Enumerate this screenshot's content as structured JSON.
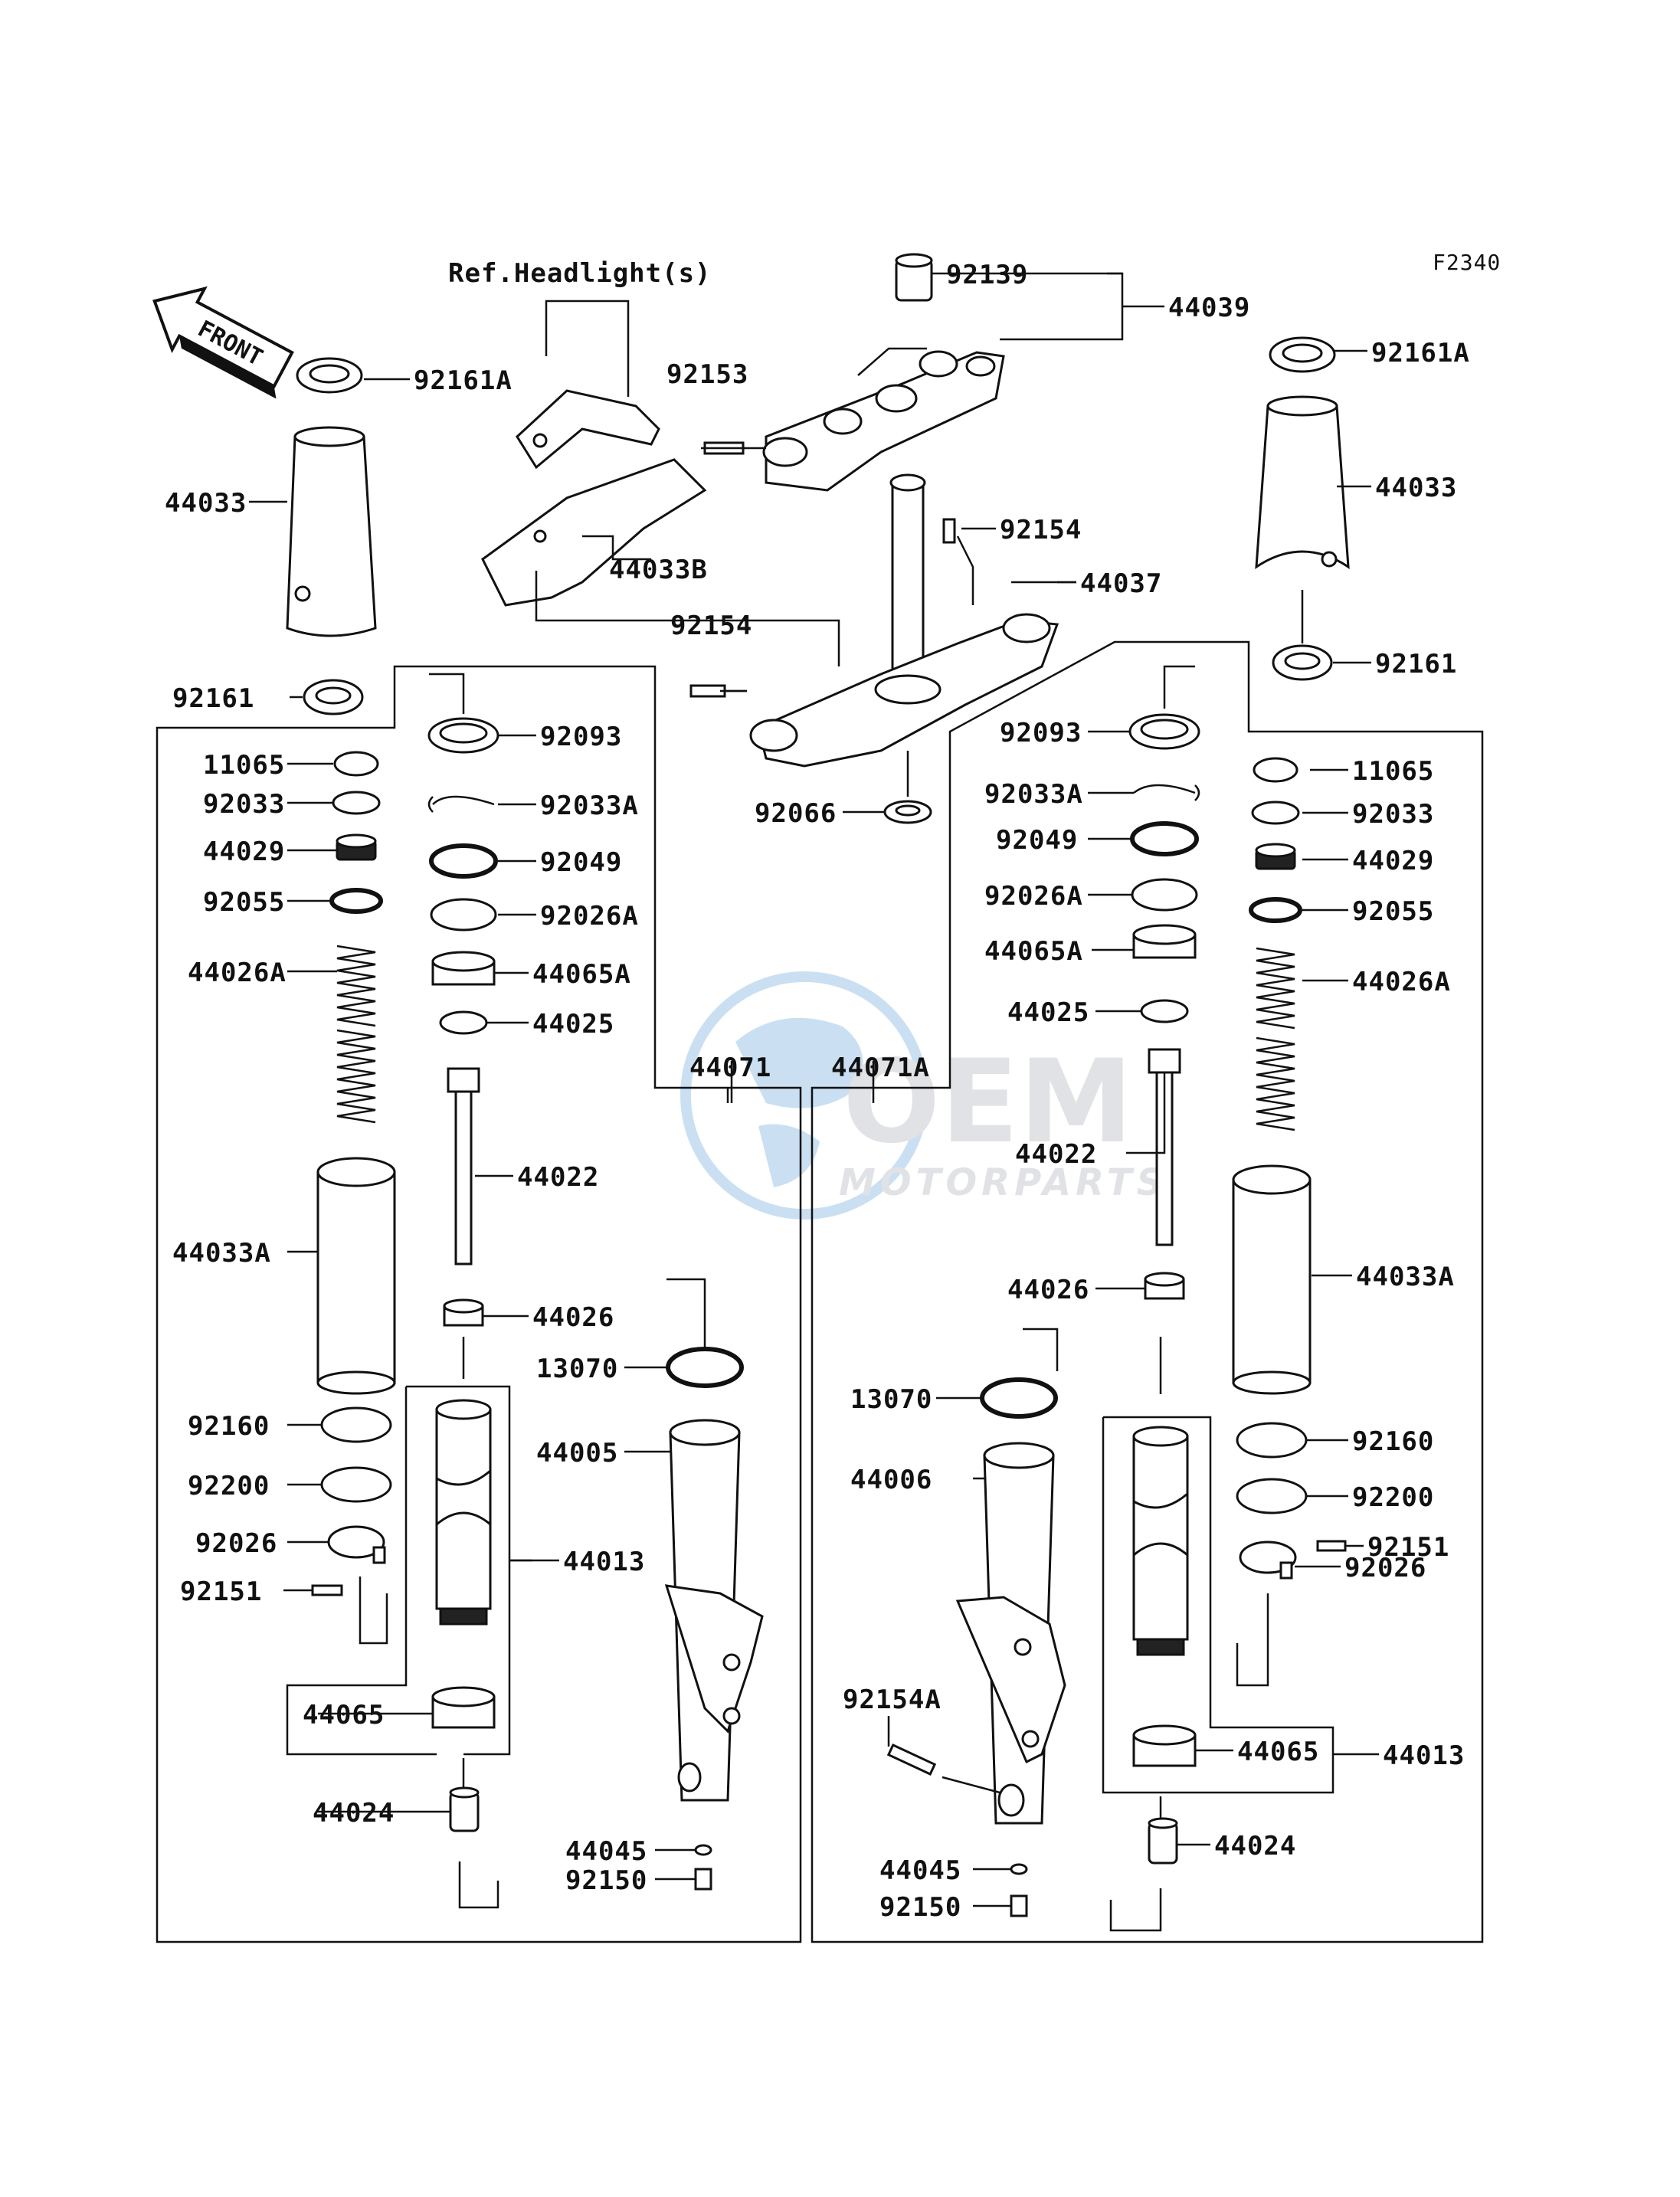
{
  "figure_code": "F2340",
  "front_arrow_label": "FRONT",
  "ref_note": "Ref.Headlight(s)",
  "watermark": {
    "brand": "OEM",
    "sub": "MOTORPARTS"
  },
  "colors": {
    "line": "#111111",
    "background": "#ffffff",
    "watermark_blue": "#9fc8e8",
    "watermark_gray": "#c7ccd1"
  },
  "parts": {
    "p92139": "92139",
    "p44039": "44039",
    "p92161A_l": "92161A",
    "p92161A_r": "92161A",
    "p92153": "92153",
    "p44033_l": "44033",
    "p44033_r": "44033",
    "p92154_a": "92154",
    "p44033B": "44033B",
    "p44037": "44037",
    "p92154_b": "92154",
    "p92161_l": "92161",
    "p92161_r": "92161",
    "p92093_l": "92093",
    "p92093_r": "92093",
    "p11065_l": "11065",
    "p11065_r": "11065",
    "p92033_l": "92033",
    "p92033_r": "92033",
    "p92033A_l": "92033A",
    "p92033A_r": "92033A",
    "p92066": "92066",
    "p44029_l": "44029",
    "p44029_r": "44029",
    "p92049_l": "92049",
    "p92049_r": "92049",
    "p92055_l": "92055",
    "p92055_r": "92055",
    "p92026A_l": "92026A",
    "p92026A_r": "92026A",
    "p44026A_l": "44026A",
    "p44026A_r": "44026A",
    "p44065A_l": "44065A",
    "p44065A_r": "44065A",
    "p44025_l": "44025",
    "p44025_r": "44025",
    "p44071": "44071",
    "p44071A": "44071A",
    "p44022_l": "44022",
    "p44022_r": "44022",
    "p44033A_l": "44033A",
    "p44033A_r": "44033A",
    "p44026_l": "44026",
    "p44026_r": "44026",
    "p13070_l": "13070",
    "p13070_r": "13070",
    "p92160_l": "92160",
    "p92160_r": "92160",
    "p44005": "44005",
    "p44006": "44006",
    "p92200_l": "92200",
    "p92200_r": "92200",
    "p92026_l": "92026",
    "p92026_r": "92026",
    "p44013_l": "44013",
    "p44013_r": "44013",
    "p92151_l": "92151",
    "p92151_r": "92151",
    "p92154A": "92154A",
    "p44065_l": "44065",
    "p44065_r": "44065",
    "p44024_l": "44024",
    "p44024_r": "44024",
    "p44045_l": "44045",
    "p44045_r": "44045",
    "p92150_l": "92150",
    "p92150_r": "92150"
  }
}
